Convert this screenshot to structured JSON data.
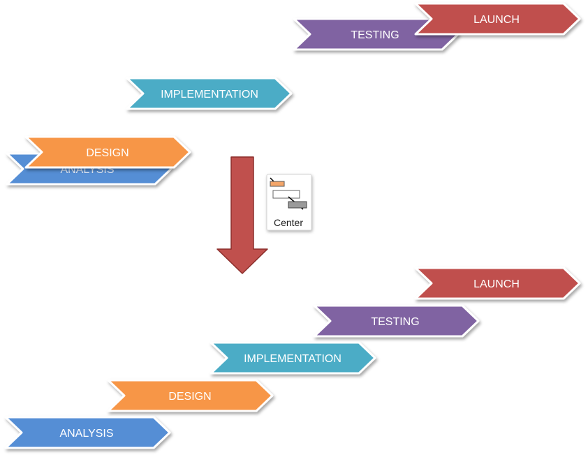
{
  "colors": {
    "analysis": "#558ED5",
    "design": "#F79646",
    "implementation": "#4BACC6",
    "testing": "#8064A2",
    "launch": "#C0504D",
    "arrow": "#C0504D",
    "arrow_stroke": "#8C2E2B"
  },
  "before": {
    "analysis": "ANALYSIS",
    "design": "DESIGN",
    "implementation": "IMPLEMENTATION",
    "testing": "TESTING",
    "launch": "LAUNCH"
  },
  "after": {
    "analysis": "ANALYSIS",
    "design": "DESIGN",
    "implementation": "IMPLEMENTATION",
    "testing": "TESTING",
    "launch": "LAUNCH"
  },
  "center_button": {
    "label": "Center",
    "icon": "center-align-icon"
  },
  "transition_arrow": {
    "icon": "down-arrow-icon"
  }
}
